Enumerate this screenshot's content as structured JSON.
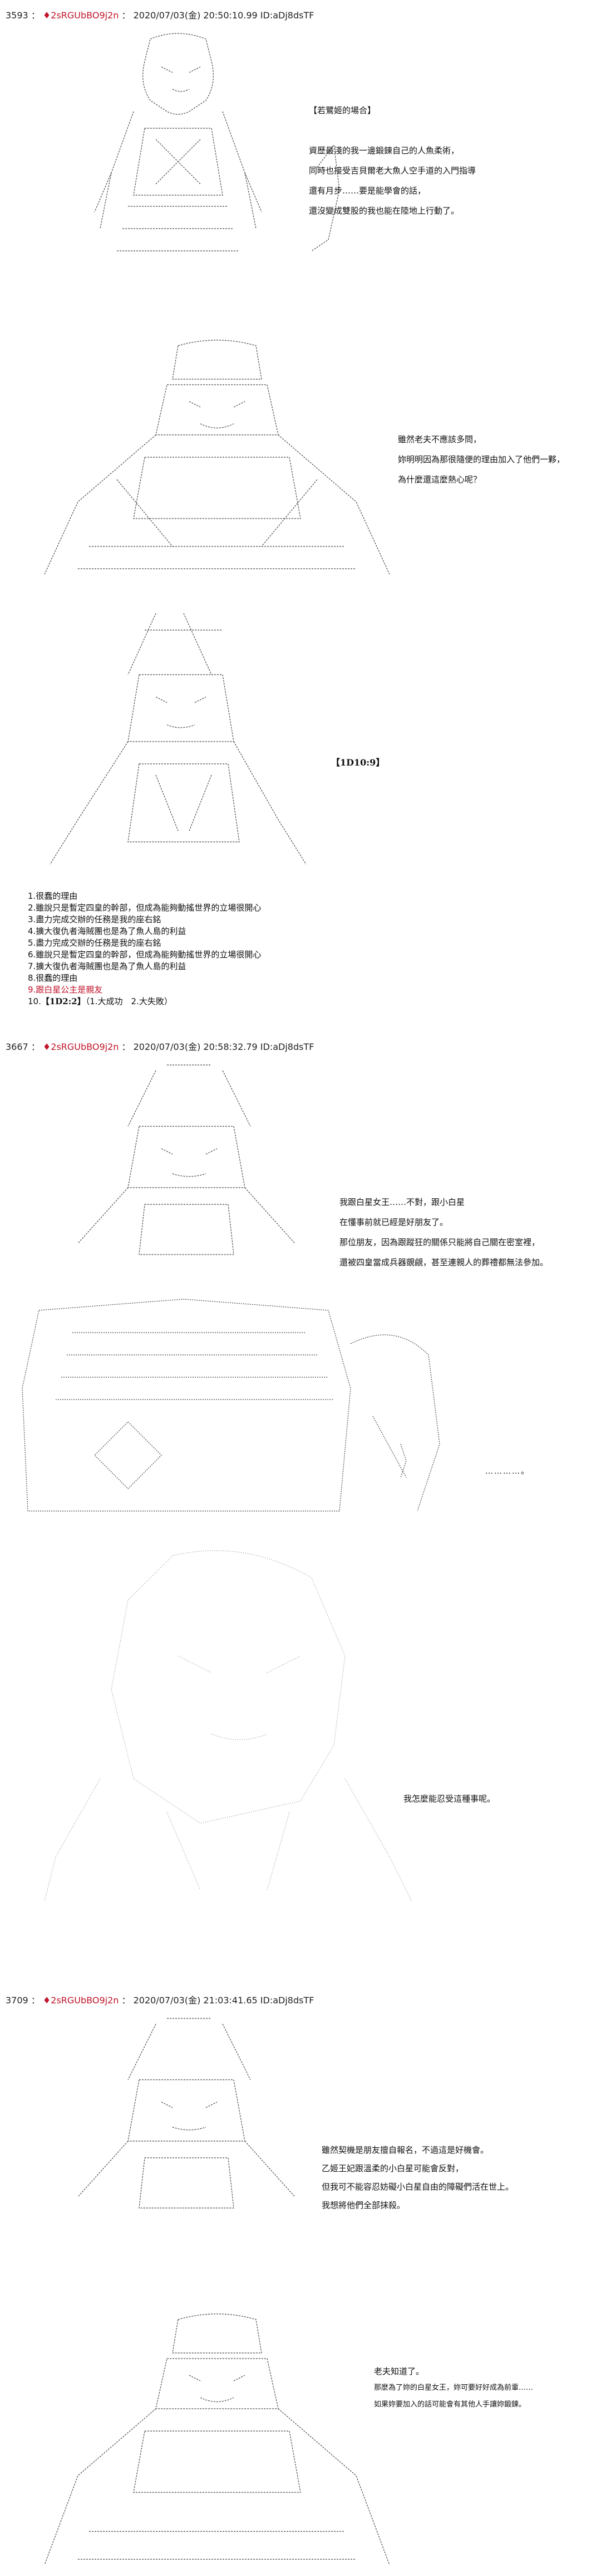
{
  "posts": [
    {
      "number": "3593",
      "separator": "：",
      "trip_icon": "♦",
      "trip": "2sRGUbBO9j2n",
      "datetime": "2020/07/03(金) 20:50:10.99 ID:aDj8dsTF",
      "panels": [
        {
          "lines": [
            "【若鷺姬的場合】",
            "資歷最淺的我一邊鍛鍊自己的人魚柔術，",
            "同時也接受吉貝爾老大魚人空手道的入門指導",
            "還有月步……要是能學會的話，",
            "還沒變成雙股的我也能在陸地上行動了。"
          ]
        },
        {
          "lines": [
            "雖然老夫不應該多問，",
            "妳明明因為那很隨便的理由加入了他們一夥，",
            "為什麼還這麼熱心呢？"
          ]
        },
        {
          "dice_result": "【1D10:9】"
        }
      ],
      "choices": [
        "1.很蠢的理由",
        "2.雖說只是暫定四皇的幹部，但成為能夠動搖世界的立場很開心",
        "3.盡力完成交辦的任務是我的座右銘",
        "4.擴大復仇者海賊團也是為了魚人島的利益",
        "5.盡力完成交辦的任務是我的座右銘",
        "6.雖說只是暫定四皇的幹部，但成為能夠動搖世界的立場很開心",
        "7.擴大復仇者海賊團也是為了魚人島的利益",
        "8.很蠢的理由",
        "9.跟白星公主是親友"
      ],
      "choice_10": {
        "prefix": "10.",
        "dice": "【1D2:2】",
        "suffix": "（1.大成功　2.大失敗）"
      },
      "highlight_color": "#c0152b"
    },
    {
      "number": "3667",
      "separator": "：",
      "trip_icon": "♦",
      "trip": "2sRGUbBO9j2n",
      "datetime": "2020/07/03(金) 20:58:32.79 ID:aDj8dsTF",
      "panels": [
        {
          "lines": [
            "我跟白星女王……不對，跟小白星",
            "在懂事前就已經是好朋友了。",
            "那位朋友，因為跟蹤狂的關係只能將自己關在密室裡，",
            "還被四皇當成兵器覬覦，甚至連親人的葬禮都無法參加。"
          ]
        },
        {
          "lines": [
            "…………。"
          ]
        },
        {
          "lines": [
            "我怎麼能忍受這種事呢。"
          ]
        }
      ]
    },
    {
      "number": "3709",
      "separator": "：",
      "trip_icon": "♦",
      "trip": "2sRGUbBO9j2n",
      "datetime": "2020/07/03(金) 21:03:41.65 ID:aDj8dsTF",
      "panels": [
        {
          "lines": [
            "雖然契機是朋友擅自報名，不過這是好機會。",
            "乙姬王妃跟溫柔的小白星可能會反對，",
            "但我可不能容忍妨礙小白星自由的障礙們活在世上。",
            "我想將他們全部抹殺。"
          ]
        },
        {
          "lines": [
            "老夫知道了。",
            "那麼為了妳的白星女王，妳可要好好成為前輩……",
            "如果妳要加入的話可能會有其他人手讓妳鍛鍊。"
          ]
        }
      ]
    }
  ]
}
